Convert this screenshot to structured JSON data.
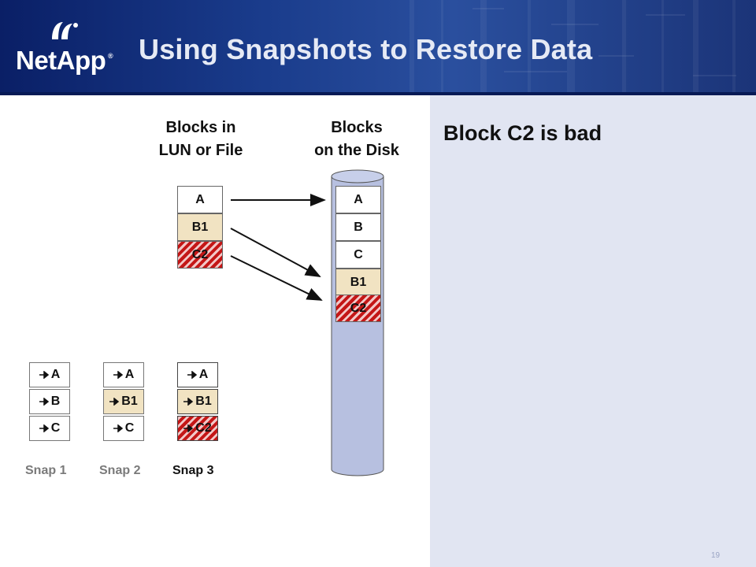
{
  "header": {
    "logo_text": "NetApp",
    "logo_reg": "®",
    "title": "Using Snapshots to Restore Data"
  },
  "right_panel": {
    "heading": "Block C2 is bad"
  },
  "labels": {
    "lun_line1": "Blocks in",
    "lun_line2": "LUN or File",
    "disk_line1": "Blocks",
    "disk_line2": "on the Disk"
  },
  "lun_blocks": [
    {
      "label": "A",
      "state": "plain"
    },
    {
      "label": "B1",
      "state": "modified"
    },
    {
      "label": "C2",
      "state": "bad"
    }
  ],
  "disk_blocks": [
    {
      "label": "A",
      "state": "plain"
    },
    {
      "label": "B",
      "state": "plain"
    },
    {
      "label": "C",
      "state": "plain"
    },
    {
      "label": "B1",
      "state": "modified"
    },
    {
      "label": "C2",
      "state": "bad"
    }
  ],
  "snapshots": [
    {
      "name": "Snap 1",
      "name_color": "#7a7a7a",
      "blocks": [
        {
          "label": "A",
          "state": "plain"
        },
        {
          "label": "B",
          "state": "plain"
        },
        {
          "label": "C",
          "state": "plain"
        }
      ]
    },
    {
      "name": "Snap 2",
      "name_color": "#7a7a7a",
      "blocks": [
        {
          "label": "A",
          "state": "plain"
        },
        {
          "label": "B1",
          "state": "modified"
        },
        {
          "label": "C",
          "state": "plain"
        }
      ]
    },
    {
      "name": "Snap 3",
      "name_color": "#111111",
      "blocks": [
        {
          "label": "A",
          "state": "plain"
        },
        {
          "label": "B1",
          "state": "modified"
        },
        {
          "label": "C2",
          "state": "bad"
        }
      ]
    }
  ],
  "colors": {
    "header_dark": "#0a1f66",
    "panel": "#e1e5f2",
    "disk_fill": "#b7c0e0",
    "modified": "#f1e3c2",
    "bad": "#c41616"
  },
  "footer": {
    "page_number": "19"
  }
}
